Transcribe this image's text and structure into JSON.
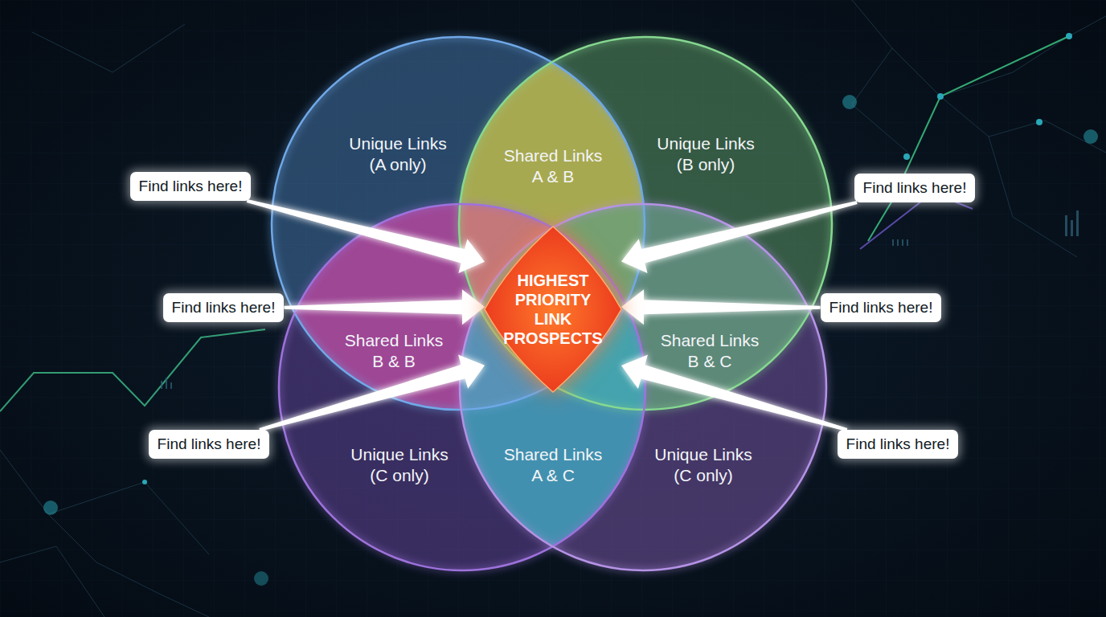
{
  "diagram": {
    "nodes": [
      {
        "text": [
          "Unique Links (A only)"
        ]
      },
      {
        "text": [
          "Shared Links A & B"
        ]
      },
      {
        "text": [
          "Unique Links (B only)"
        ]
      },
      {
        "text": [
          "Find links here!"
        ]
      },
      {
        "text": [
          "Find links here!"
        ]
      },
      {
        "text": [
          "Find links here!"
        ]
      },
      {
        "text": [
          "HIGHEST PRIORITY LINK PROSPECTS"
        ]
      },
      {
        "text": [
          "Find links here!"
        ]
      },
      {
        "text": [
          "Shared Links B & B"
        ]
      },
      {
        "text": [
          "Shared Links B & C"
        ]
      },
      {
        "text": [
          "Find links here!"
        ]
      },
      {
        "text": [
          "Find links here!"
        ]
      },
      {
        "text": [
          "Unique Links (C only)"
        ]
      },
      {
        "text": [
          "Shared Links A & C"
        ]
      },
      {
        "text": [
          "Unique Links (C only)"
        ]
      }
    ],
    "edges": [
      {
        "from": 3,
        "to": 6,
        "arrow": "to"
      },
      {
        "from": 4,
        "to": 6,
        "arrow": "to"
      },
      {
        "from": 5,
        "to": 6,
        "arrow": "to"
      },
      {
        "from": 7,
        "to": 6,
        "arrow": "to"
      },
      {
        "from": 10,
        "to": 6,
        "arrow": "to"
      },
      {
        "from": 11,
        "to": 6,
        "arrow": "to"
      }
    ]
  }
}
